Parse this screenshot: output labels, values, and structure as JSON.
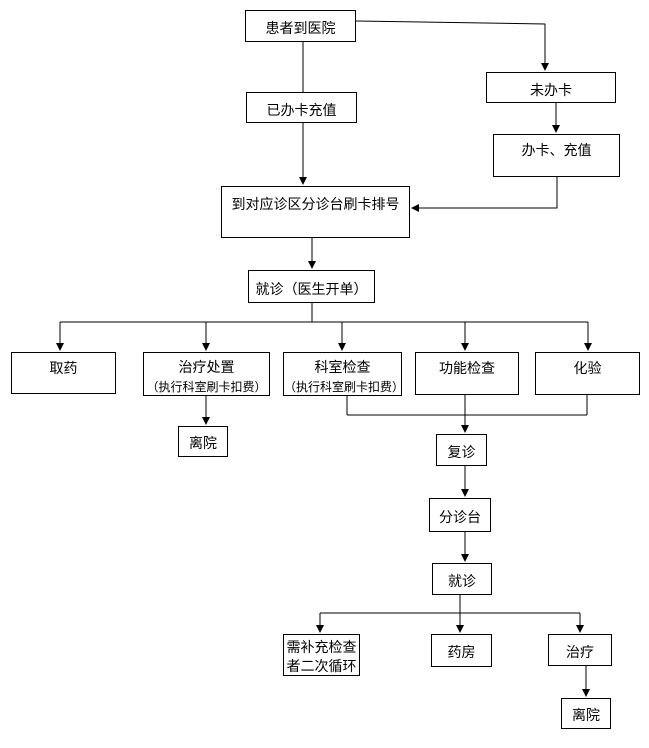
{
  "nodes": {
    "arrive": "患者到医院",
    "no_card": "未办卡",
    "has_card": "已办卡充值",
    "get_card": "办卡、充值",
    "queue": "到对应诊区分诊台刷卡排号",
    "visit": "就诊（医生开单）",
    "pharmacy_pickup": "取药",
    "treatment": {
      "title": "治疗处置",
      "note": "（执行科室刷卡扣费）"
    },
    "dept_exam": {
      "title": "科室检查",
      "note": "（执行科室刷卡扣费）"
    },
    "func_exam": "功能检查",
    "lab_test": "化验",
    "leave_1": "离院",
    "revisit": "复诊",
    "triage": "分诊台",
    "visit_2": "就诊",
    "extra_exam": {
      "line1": "需补充检查",
      "line2": "者二次循环"
    },
    "pharmacy": "药房",
    "treat_2": "治疗",
    "leave_2": "离院"
  }
}
